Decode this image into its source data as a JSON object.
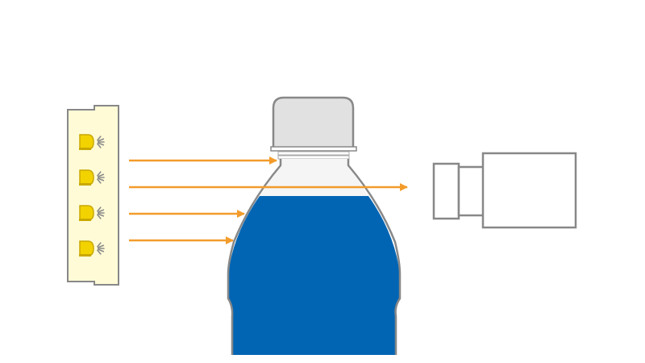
{
  "diagram": {
    "description_labels": [],
    "colors": {
      "background": "#ffffff",
      "light_panel_fill": "#fffbd6",
      "outline_gray": "#888888",
      "led_yellow": "#f2d300",
      "led_outline": "#c9a800",
      "ray_glow": "#8a8a8a",
      "beam_orange": "#f39c2b",
      "bottle_cap": "#e1e1e1",
      "bottle_glass": "#f5f5f5",
      "liquid_blue": "#0265b4",
      "camera_fill": "#ffffff"
    },
    "components": {
      "light_source": {
        "led_count": 4,
        "icon": "led-light-icon"
      },
      "bottle": {
        "icon": "bottle-icon",
        "contains": "liquid"
      },
      "camera": {
        "icon": "camera-icon"
      }
    },
    "beams": [
      {
        "id": "beam-1",
        "passes_through": false
      },
      {
        "id": "beam-2",
        "passes_through": true
      },
      {
        "id": "beam-3",
        "passes_through": false
      },
      {
        "id": "beam-4",
        "passes_through": false
      }
    ]
  }
}
